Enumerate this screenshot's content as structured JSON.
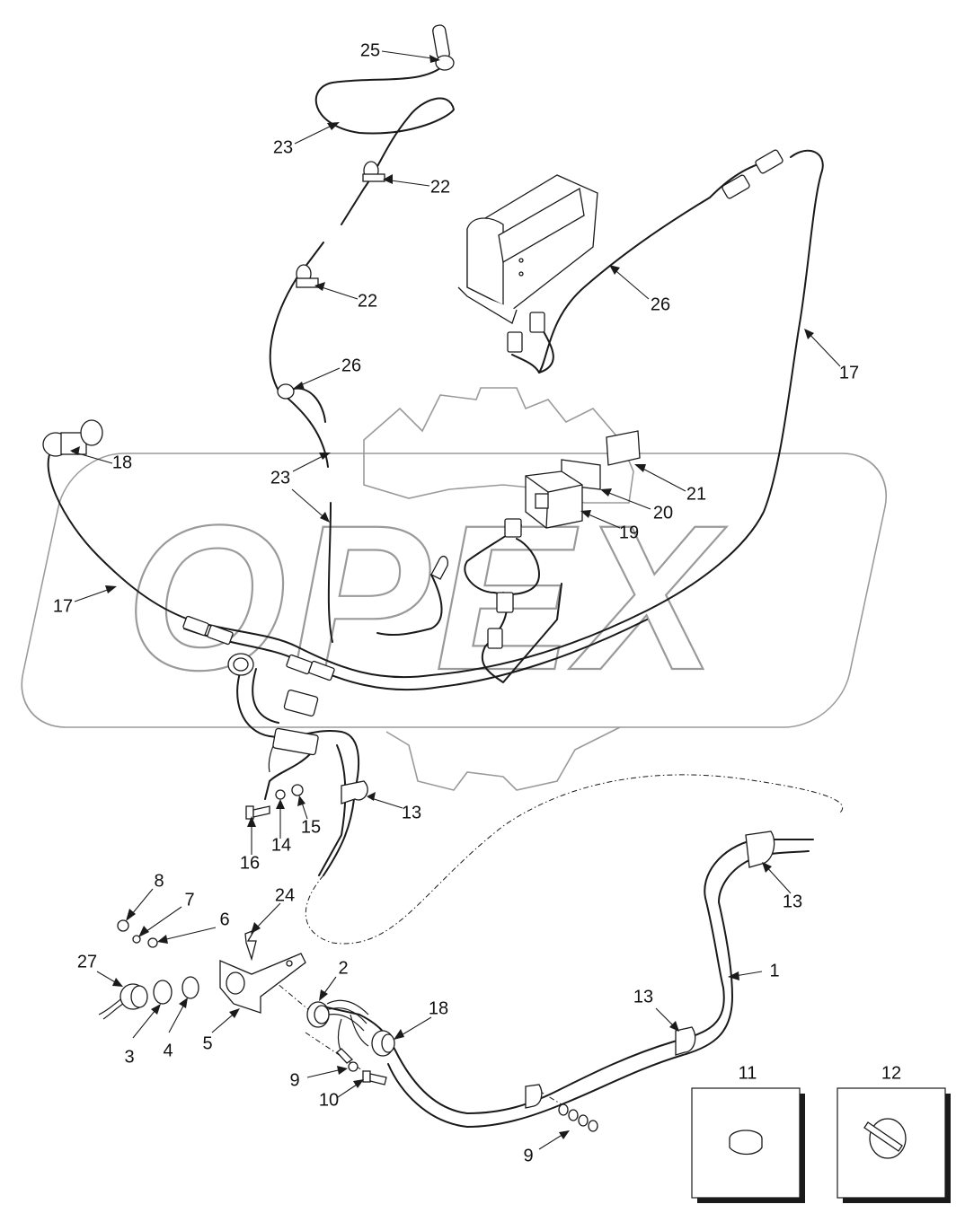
{
  "watermark": {
    "text": "OPEX"
  },
  "callouts": [
    {
      "id": "c1",
      "label": "1"
    },
    {
      "id": "c2",
      "label": "2"
    },
    {
      "id": "c3",
      "label": "3"
    },
    {
      "id": "c4",
      "label": "4"
    },
    {
      "id": "c5",
      "label": "5"
    },
    {
      "id": "c6",
      "label": "6"
    },
    {
      "id": "c7",
      "label": "7"
    },
    {
      "id": "c8",
      "label": "8"
    },
    {
      "id": "c9a",
      "label": "9"
    },
    {
      "id": "c9b",
      "label": "9"
    },
    {
      "id": "c10",
      "label": "10"
    },
    {
      "id": "c11",
      "label": "11"
    },
    {
      "id": "c12",
      "label": "12"
    },
    {
      "id": "c13a",
      "label": "13"
    },
    {
      "id": "c13b",
      "label": "13"
    },
    {
      "id": "c13c",
      "label": "13"
    },
    {
      "id": "c14",
      "label": "14"
    },
    {
      "id": "c15",
      "label": "15"
    },
    {
      "id": "c16",
      "label": "16"
    },
    {
      "id": "c17a",
      "label": "17"
    },
    {
      "id": "c17b",
      "label": "17"
    },
    {
      "id": "c18a",
      "label": "18"
    },
    {
      "id": "c18b",
      "label": "18"
    },
    {
      "id": "c19",
      "label": "19"
    },
    {
      "id": "c20",
      "label": "20"
    },
    {
      "id": "c21",
      "label": "21"
    },
    {
      "id": "c22a",
      "label": "22"
    },
    {
      "id": "c22b",
      "label": "22"
    },
    {
      "id": "c23a",
      "label": "23"
    },
    {
      "id": "c23b",
      "label": "23"
    },
    {
      "id": "c24",
      "label": "24"
    },
    {
      "id": "c25a",
      "label": "25"
    },
    {
      "id": "c25b",
      "label": "25"
    },
    {
      "id": "c26",
      "label": "26"
    },
    {
      "id": "c27",
      "label": "27"
    }
  ]
}
